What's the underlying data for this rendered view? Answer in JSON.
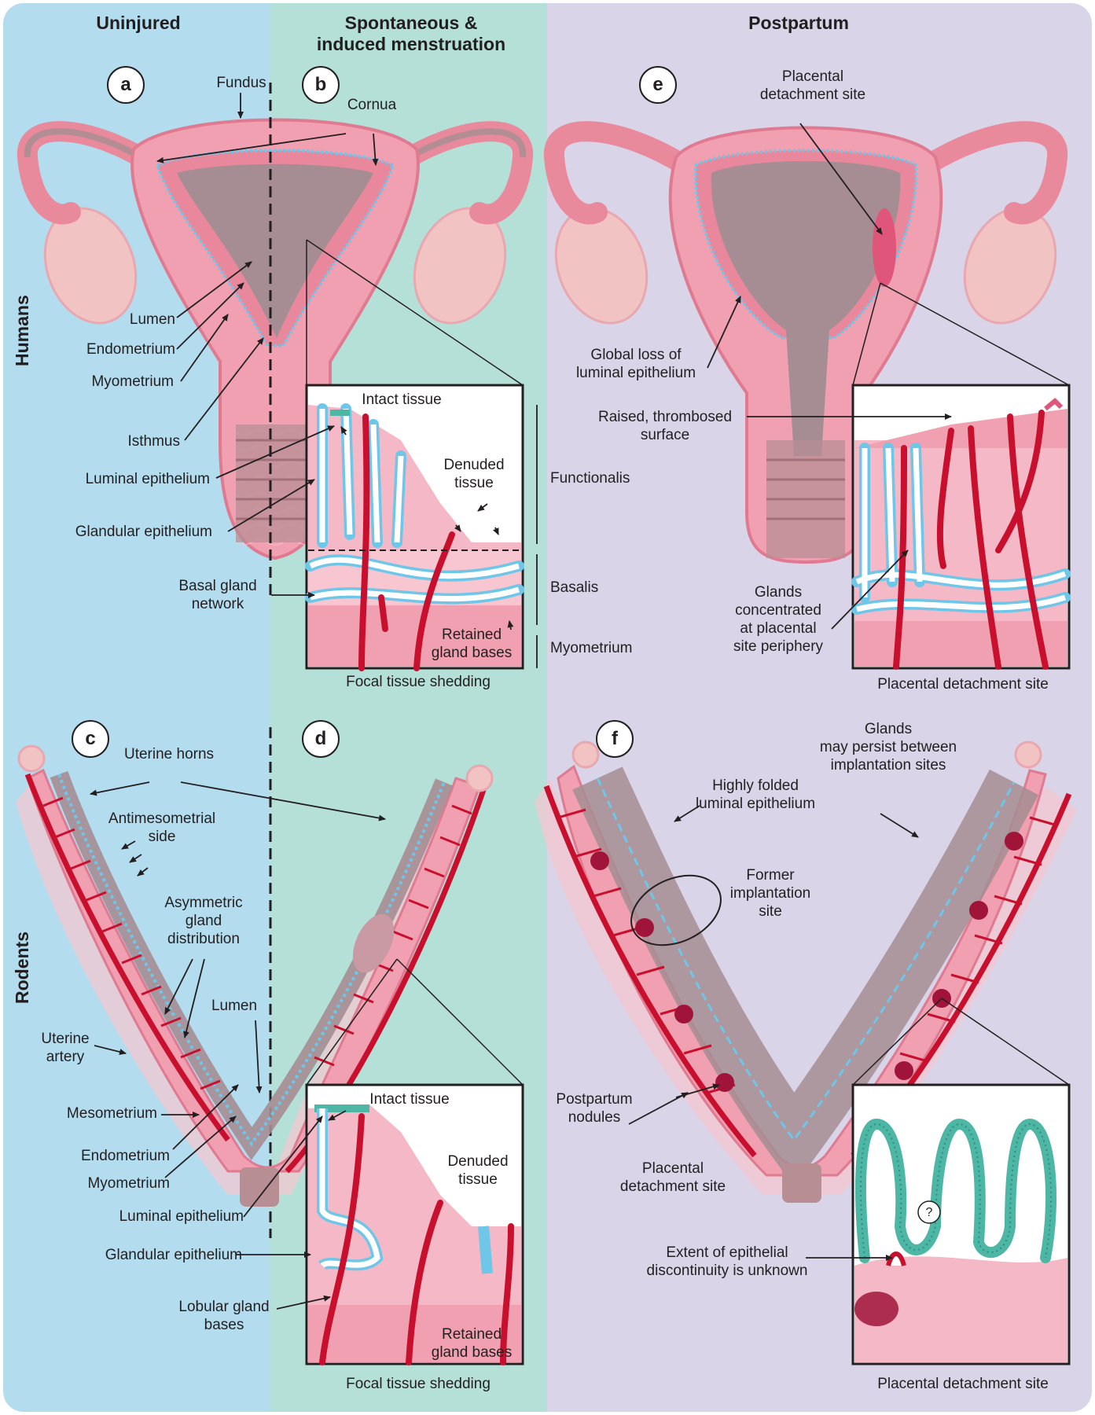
{
  "headers": {
    "uninjured": "Uninjured",
    "menstruation": [
      "Spontaneous &",
      "induced menstruation"
    ],
    "postpartum": "Postpartum"
  },
  "row_labels": {
    "humans": "Humans",
    "rodents": "Rodents"
  },
  "panels": {
    "a": "a",
    "b": "b",
    "c": "c",
    "d": "d",
    "e": "e",
    "f": "f"
  },
  "human_labels": {
    "fundus": "Fundus",
    "cornua": "Cornua",
    "lumen": "Lumen",
    "endometrium": "Endometrium",
    "myometrium": "Myometrium",
    "isthmus": "Isthmus",
    "luminal_epithelium": "Luminal epithelium",
    "glandular_epithelium": "Glandular epithelium",
    "basal_gland_network": [
      "Basal gland",
      "network"
    ],
    "intact_tissue": "Intact tissue",
    "denuded_tissue": [
      "Denuded",
      "tissue"
    ],
    "retained_gland_bases": [
      "Retained",
      "gland bases"
    ],
    "focal_tissue_shedding": "Focal tissue shedding",
    "functionalis": "Functionalis",
    "basalis": "Basalis",
    "myometrium_layer": "Myometrium",
    "placental_detachment_site": [
      "Placental",
      "detachment site"
    ],
    "global_loss": [
      "Global loss of",
      "luminal epithelium"
    ],
    "raised_surface": [
      "Raised, thrombosed",
      "surface"
    ],
    "glands_concentrated": [
      "Glands",
      "concentrated",
      "at placental",
      "site periphery"
    ],
    "inset_caption_e": "Placental detachment site"
  },
  "rodent_labels": {
    "uterine_horns": "Uterine horns",
    "antimesometrial_side": [
      "Antimesometrial",
      "side"
    ],
    "asymmetric_gland": [
      "Asymmetric",
      "gland",
      "distribution"
    ],
    "lumen": "Lumen",
    "uterine_artery": [
      "Uterine",
      "artery"
    ],
    "mesometrium": "Mesometrium",
    "endometrium": "Endometrium",
    "myometrium": "Myometrium",
    "luminal_epithelium": "Luminal epithelium",
    "glandular_epithelium": "Glandular epithelium",
    "lobular_gland_bases": [
      "Lobular gland",
      "bases"
    ],
    "intact_tissue": "Intact tissue",
    "denuded_tissue": [
      "Denuded",
      "tissue"
    ],
    "retained_gland_bases": [
      "Retained",
      "gland bases"
    ],
    "focal_tissue_shedding": "Focal tissue shedding",
    "glands_persist": [
      "Glands",
      "may persist between",
      "implantation sites"
    ],
    "highly_folded": [
      "Highly folded",
      "luminal epithelium"
    ],
    "former_implantation": [
      "Former",
      "implantation",
      "site"
    ],
    "postpartum_nodules": [
      "Postpartum",
      "nodules"
    ],
    "placental_detachment_site": [
      "Placental",
      "detachment site"
    ],
    "extent_unknown": [
      "Extent of epithelial",
      "discontinuity is unknown"
    ],
    "question_mark": "?",
    "inset_caption_f": "Placental detachment site"
  },
  "colors": {
    "uninjured_bg": "#b3ddef",
    "menstruation_bg": "#b5e0d8",
    "postpartum_bg": "#d9d4e8",
    "tissue_pink": "#f0a0b0",
    "tissue_dark": "#e07a90",
    "lumen_grey": "#a58d93",
    "artery_red": "#c8102e",
    "gland_blue": "#6ec6e8",
    "epithelium_teal": "#4db6a5"
  }
}
